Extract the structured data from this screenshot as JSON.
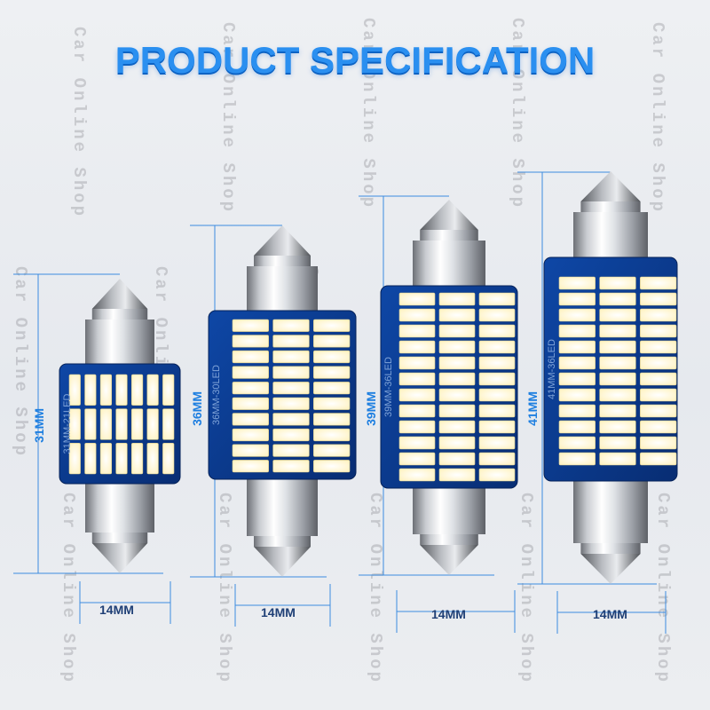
{
  "title": "PRODUCT SPECIFICATION",
  "watermark": "Car Online Shop",
  "colors": {
    "accent": "#2a8ff0",
    "pcb": "#0b3a8e",
    "led": "#fffbe6",
    "dimension": "#1e7fe0"
  },
  "bulbs": [
    {
      "id": "31",
      "length_label": "31MM",
      "pcb_label": "31MM-21LED",
      "width_label": "14MM",
      "led_rows": 3,
      "led_cols": 7
    },
    {
      "id": "36",
      "length_label": "36MM",
      "pcb_label": "36MM-30LED",
      "width_label": "14MM",
      "led_rows": 10,
      "led_cols": 3
    },
    {
      "id": "39",
      "length_label": "39MM",
      "pcb_label": "39MM-36LED",
      "width_label": "14MM",
      "led_rows": 12,
      "led_cols": 3
    },
    {
      "id": "41",
      "length_label": "41MM",
      "pcb_label": "41MM-36LED",
      "width_label": "14MM",
      "led_rows": 12,
      "led_cols": 3
    }
  ]
}
